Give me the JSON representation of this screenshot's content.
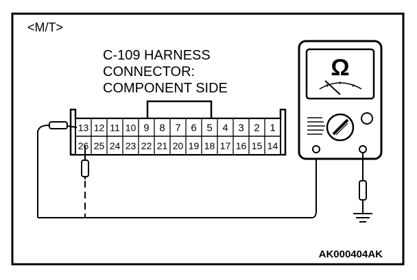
{
  "variant_label": "<M/T>",
  "connector_title": [
    "C-109 HARNESS",
    "CONNECTOR:",
    "COMPONENT SIDE"
  ],
  "top_row_pins": [
    "13",
    "12",
    "11",
    "10",
    "9",
    "8",
    "7",
    "6",
    "5",
    "4",
    "3",
    "2",
    "1"
  ],
  "bottom_row_pins": [
    "26",
    "25",
    "24",
    "23",
    "22",
    "21",
    "20",
    "19",
    "18",
    "17",
    "16",
    "15",
    "14"
  ],
  "meter_symbol": "Ω",
  "figure_code": "AK000404AK",
  "colors": {
    "line": "#000000",
    "background": "#ffffff"
  },
  "icons": [
    "ohmmeter-icon",
    "ground-symbol-icon",
    "probe-icon",
    "selector-dial-icon"
  ]
}
